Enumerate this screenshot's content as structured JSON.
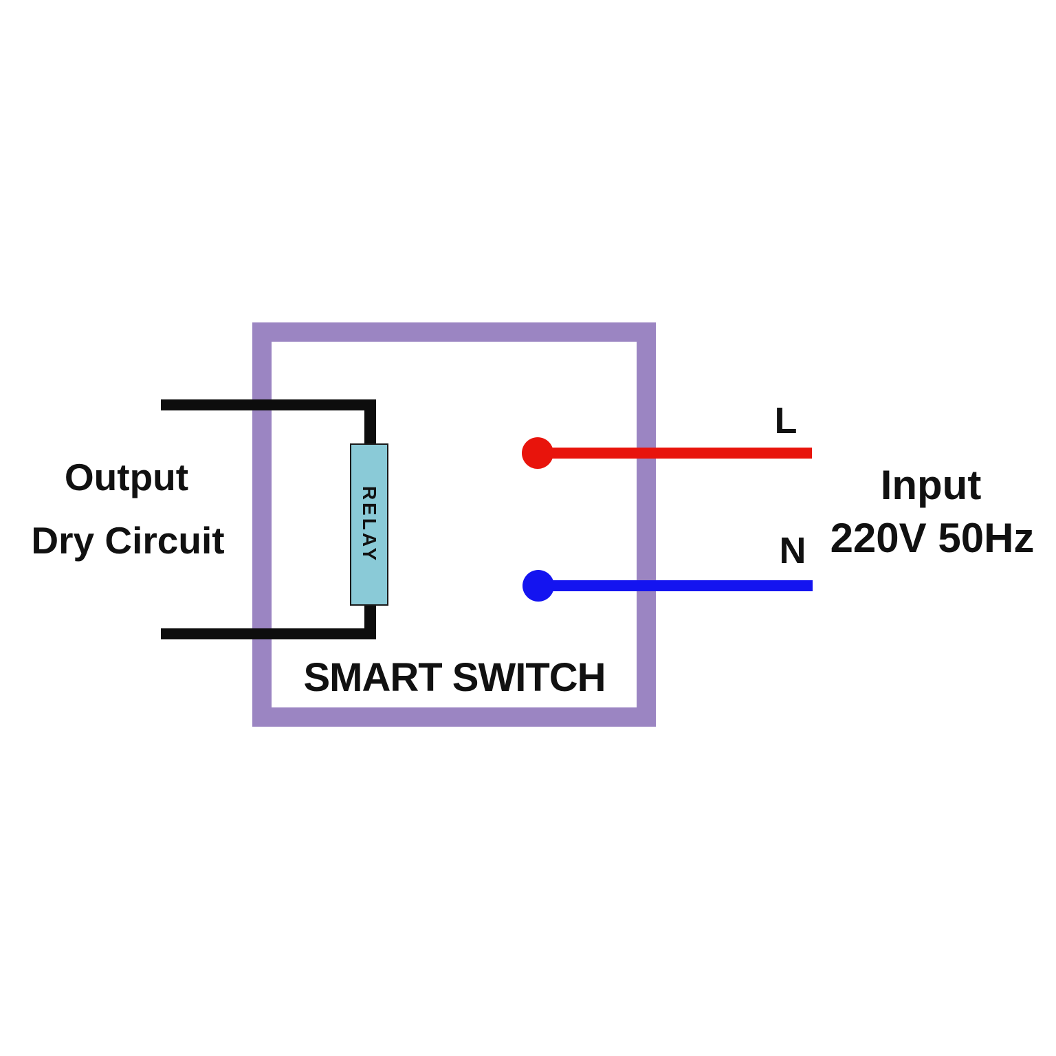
{
  "labels": {
    "output_line1": "Output",
    "output_line2": "Dry Circuit",
    "live": "L",
    "neutral": "N",
    "input_line1": "Input",
    "input_line2": "220V 50Hz",
    "device": "SMART SWITCH",
    "relay": "RELAY"
  },
  "colors": {
    "box-purple": "#9b85c2",
    "relay-fill": "#8acad7",
    "wire-black": "#0d0d0d",
    "live-red": "#e8140c",
    "neutral-blue": "#1414f0",
    "text-color": "#111111",
    "background": "#ffffff"
  }
}
